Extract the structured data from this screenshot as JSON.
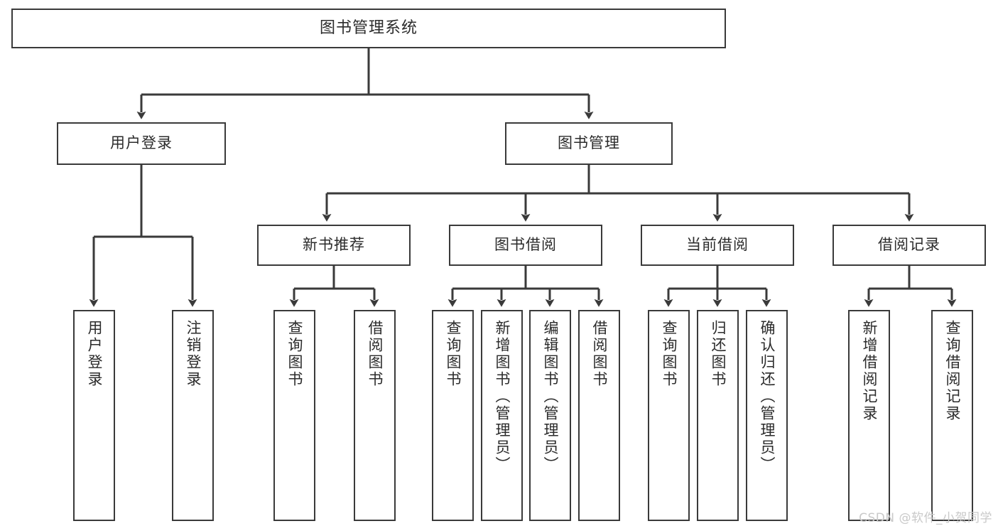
{
  "diagram": {
    "type": "tree-hierarchy",
    "title": "图书管理系统",
    "colors": {
      "box_border": "#3a3a3a",
      "box_fill": "#ffffff",
      "connector": "#3a3a3a",
      "text": "#2b2b2b",
      "watermark": "#c9c9c9",
      "background": "#ffffff"
    },
    "watermark": "CSDN @软件_小贺同学",
    "nodes": {
      "root": {
        "label": "图书管理系统"
      },
      "level2": [
        {
          "label": "用户登录"
        },
        {
          "label": "图书管理"
        }
      ],
      "level3": [
        {
          "label": "新书推荐"
        },
        {
          "label": "图书借阅"
        },
        {
          "label": "当前借阅"
        },
        {
          "label": "借阅记录"
        }
      ],
      "leaves": {
        "user_login": [
          {
            "label": "用户登录"
          },
          {
            "label": "注销登录"
          }
        ],
        "new_book_recommend": [
          {
            "label": "查询图书"
          },
          {
            "label": "借阅图书"
          }
        ],
        "book_borrow": [
          {
            "label": "查询图书"
          },
          {
            "label": "新增图书（管理员）"
          },
          {
            "label": "编辑图书（管理员）"
          },
          {
            "label": "借阅图书"
          }
        ],
        "current_borrow": [
          {
            "label": "查询图书"
          },
          {
            "label": "归还图书"
          },
          {
            "label": "确认归还（管理员）"
          }
        ],
        "borrow_record": [
          {
            "label": "新增借阅记录"
          },
          {
            "label": "查询借阅记录"
          }
        ]
      }
    }
  }
}
